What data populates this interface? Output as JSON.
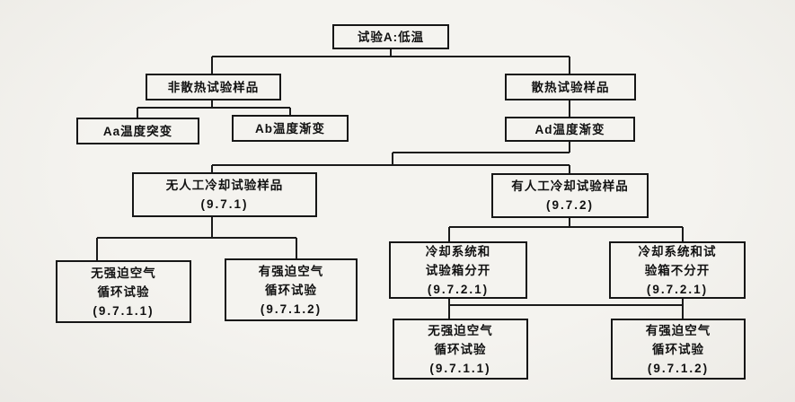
{
  "diagram": {
    "title": "试验A:低温",
    "line_color": "#1a1a1a",
    "paper_color": "#f2f1ed",
    "nodes": {
      "root": {
        "lines": [
          "试验A:低温"
        ]
      },
      "nonheat": {
        "lines": [
          "非散热试验样品"
        ]
      },
      "heat": {
        "lines": [
          "散热试验样品"
        ]
      },
      "aa": {
        "lines": [
          "Aa温度突变"
        ]
      },
      "ab": {
        "lines": [
          "Ab温度渐变"
        ]
      },
      "ad": {
        "lines": [
          "Ad温度渐变"
        ]
      },
      "nocool": {
        "lines": [
          "无人工冷却试验样品",
          "(9.7.1)"
        ]
      },
      "cool": {
        "lines": [
          "有人工冷却试验样品",
          "(9.7.2)"
        ]
      },
      "lno": {
        "lines": [
          "无强迫空气",
          "循环试验",
          "(9.7.1.1)"
        ]
      },
      "lyes": {
        "lines": [
          "有强迫空气",
          "循环试验",
          "(9.7.1.2)"
        ]
      },
      "sep": {
        "lines": [
          "冷却系统和",
          "试验箱分开",
          "(9.7.2.1)"
        ]
      },
      "nsep": {
        "lines": [
          "冷却系统和试",
          "验箱不分开",
          "(9.7.2.1)"
        ]
      },
      "rno": {
        "lines": [
          "无强迫空气",
          "循环试验",
          "(9.7.1.1)"
        ]
      },
      "ryes": {
        "lines": [
          "有强迫空气",
          "循环试验",
          "(9.7.1.2)"
        ]
      }
    }
  }
}
